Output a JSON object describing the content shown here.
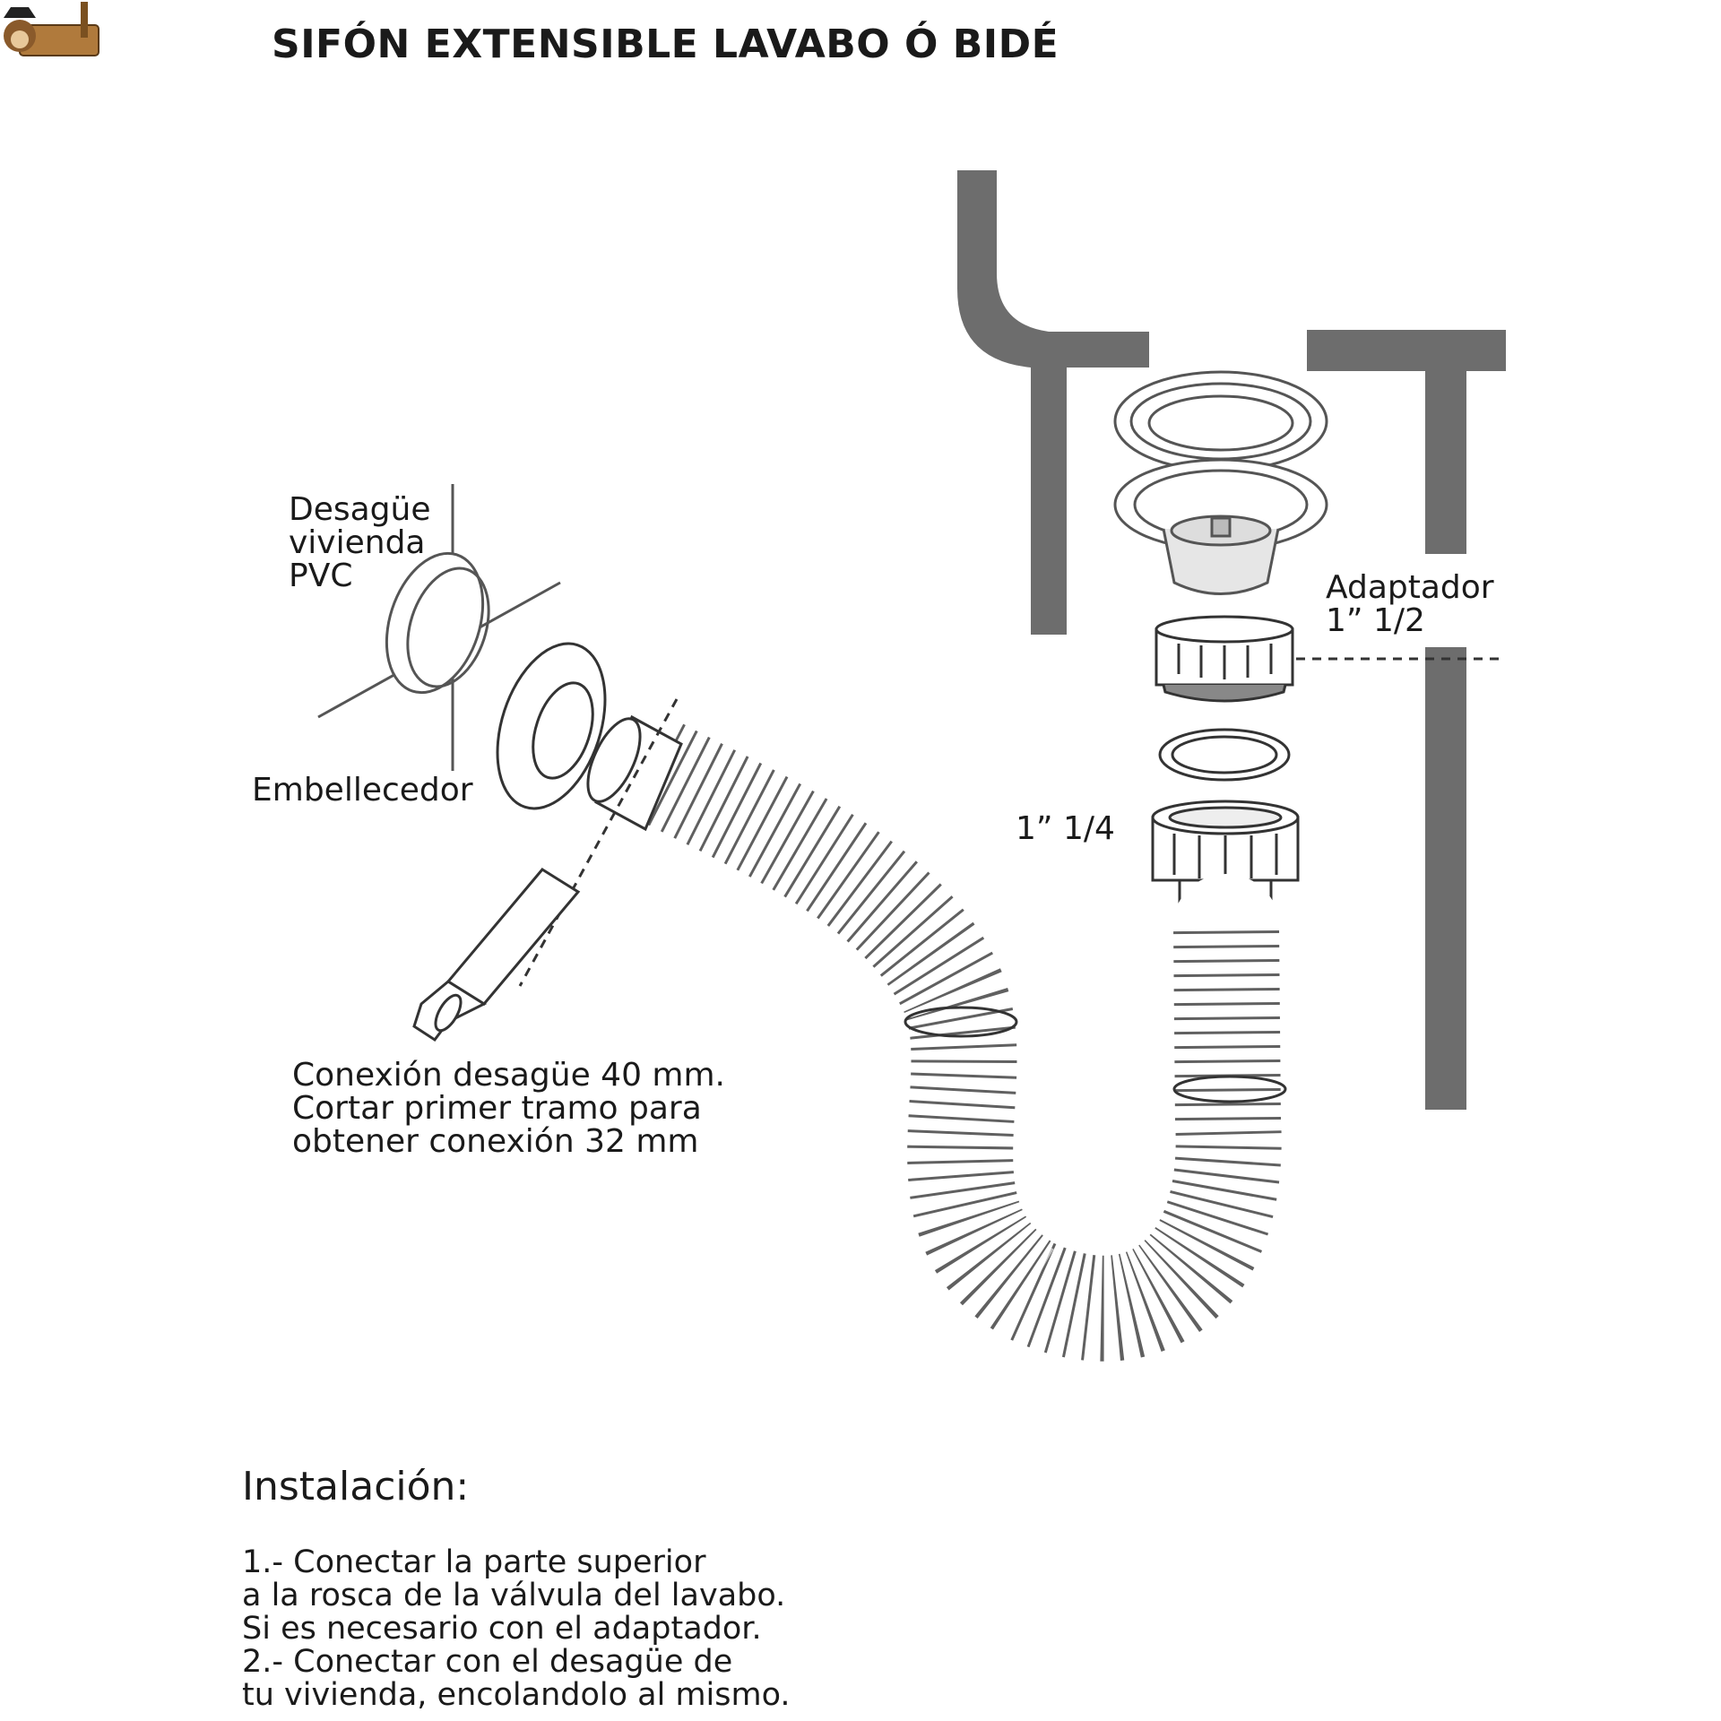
{
  "header": {
    "title": "SIFÓN EXTENSIBLE LAVABO Ó BIDÉ",
    "logo_icon": "pirate-monkey-logo-icon"
  },
  "labels": {
    "desague": [
      "Desagüe",
      "vivienda",
      "PVC"
    ],
    "embellecedor": "Embellecedor",
    "adaptador": [
      "Adaptador",
      "1”  1/2"
    ],
    "one_quarter": "1”  1/4",
    "conexion": [
      "Conexión desagüe 40 mm.",
      "Cortar primer tramo para",
      "obtener conexión 32 mm"
    ]
  },
  "installation": {
    "title": "Instalación:",
    "steps": [
      "1.- Conectar  la parte superior",
      "a la rosca de la válvula del lavabo.",
      "Si es necesario con el adaptador.",
      "2.- Conectar con el desagüe de",
      "tu vivienda, encolandolo al mismo."
    ]
  },
  "colors": {
    "sink_gray": "#6d6d6d",
    "line": "#333333",
    "text": "#1a1a1a"
  }
}
